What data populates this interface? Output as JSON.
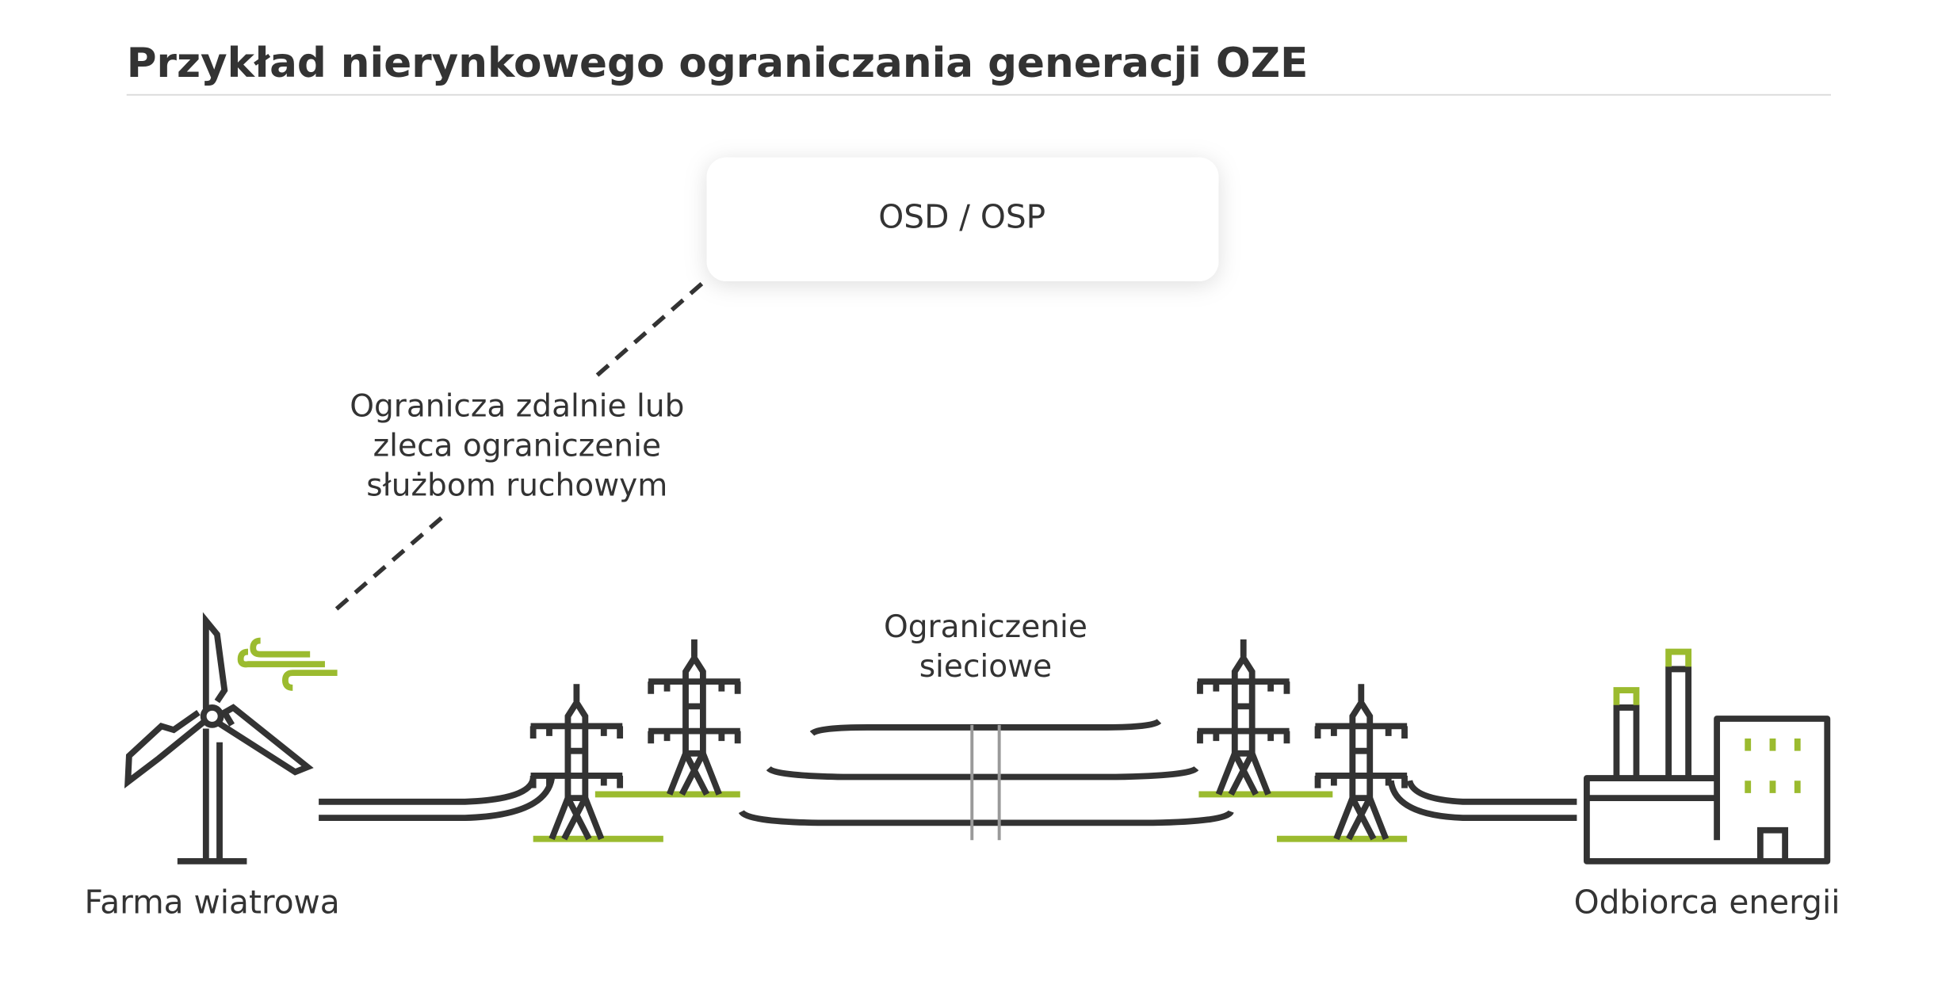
{
  "title": "Przykład nierynkowego ograniczania generacji OZE",
  "operator_box": {
    "label": "OSD / OSP"
  },
  "operator_action": {
    "lines": [
      "Ogranicza zdalnie lub",
      "zleca ograniczenie",
      "służbom ruchowym"
    ]
  },
  "grid_constraint": {
    "lines": [
      "Ograniczenie",
      "sieciowe"
    ]
  },
  "wind_farm": {
    "label": "Farma wiatrowa",
    "icon": "wind-turbine-icon"
  },
  "consumer": {
    "label": "Odbiorca energii",
    "icon": "factory-icon"
  },
  "colors": {
    "accent": "#9bbb2f",
    "ink": "#333333",
    "rule": "#d9d9d9"
  }
}
